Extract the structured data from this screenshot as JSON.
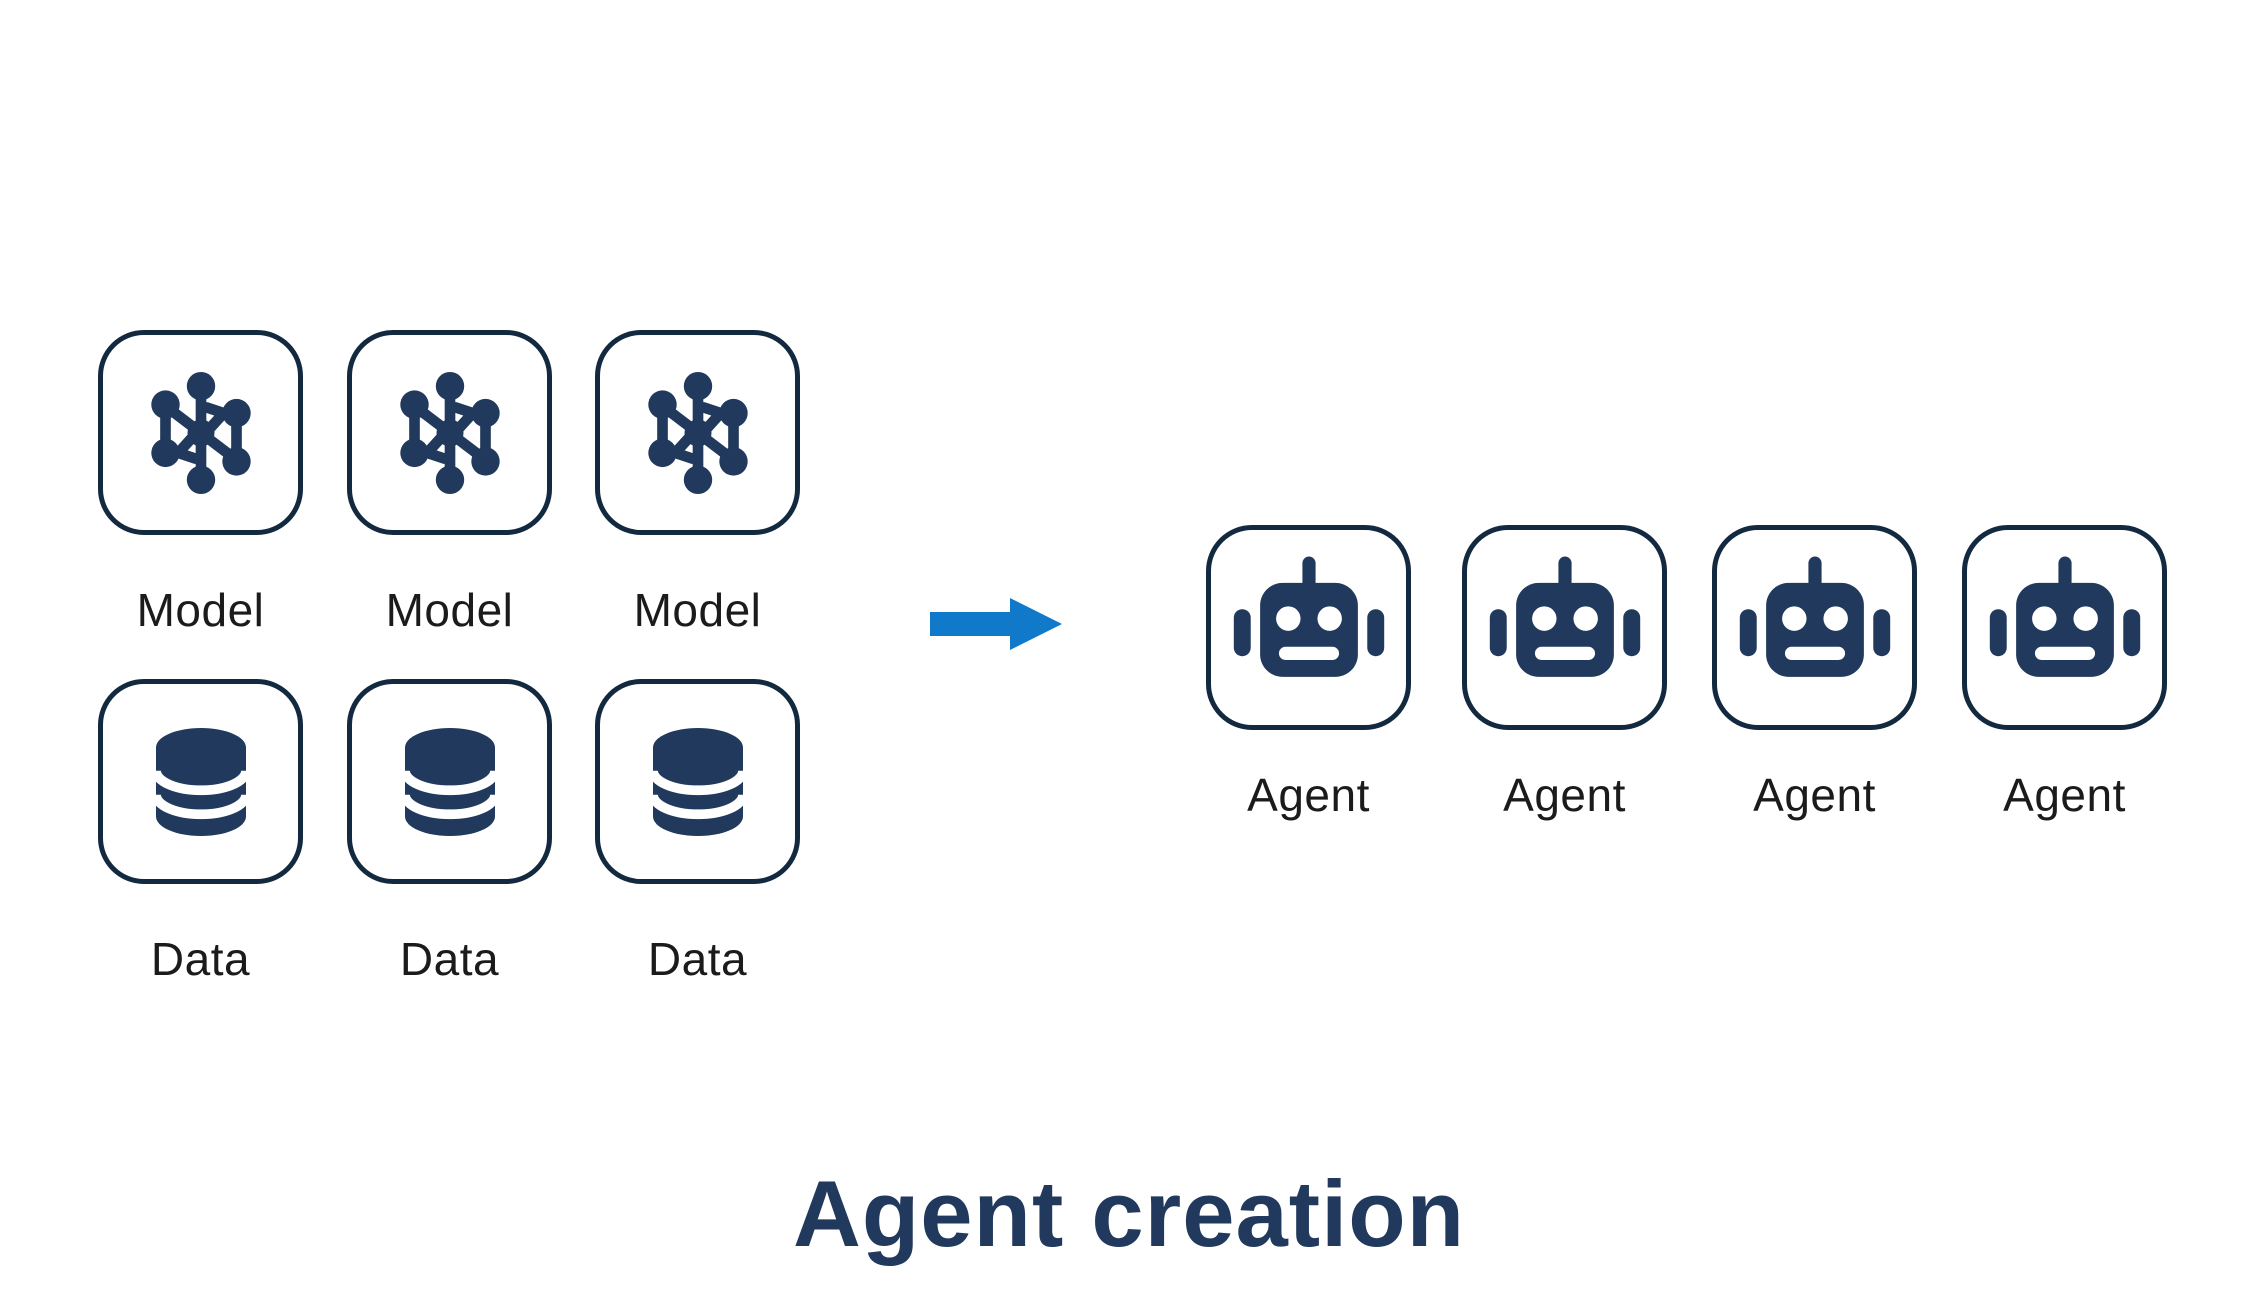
{
  "title": {
    "text": "Agent creation"
  },
  "colors": {
    "icon_navy": "#21395C",
    "box_border": "#13293F",
    "arrow_blue": "#1179CA",
    "label_text": "#1B1B1B",
    "title_navy": "#22395E",
    "background": "#FFFFFF"
  },
  "left_panel": {
    "model_row": {
      "icon": "model-network-icon",
      "items": [
        {
          "label": "Model"
        },
        {
          "label": "Model"
        },
        {
          "label": "Model"
        }
      ]
    },
    "data_row": {
      "icon": "database-icon",
      "items": [
        {
          "label": "Data"
        },
        {
          "label": "Data"
        },
        {
          "label": "Data"
        }
      ]
    }
  },
  "arrow": {
    "icon": "right-arrow-icon",
    "direction": "right"
  },
  "right_panel": {
    "agent_row": {
      "icon": "robot-icon",
      "items": [
        {
          "label": "Agent"
        },
        {
          "label": "Agent"
        },
        {
          "label": "Agent"
        },
        {
          "label": "Agent"
        }
      ]
    }
  }
}
